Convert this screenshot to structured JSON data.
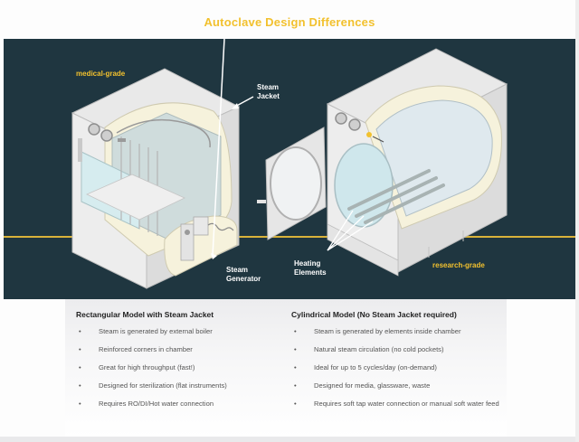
{
  "title": "Autoclave Design Differences",
  "colors": {
    "title_gold": "#f2c12e",
    "panel_bg": "#1f3640",
    "gold_line": "#d8b23a",
    "text_dark": "#222222",
    "text_body": "#555555"
  },
  "illustration": {
    "labels": {
      "medical_grade": "medical-grade",
      "research_grade": "research-grade",
      "steam_jacket_line1": "Steam",
      "steam_jacket_line2": "Jacket",
      "steam_generator_line1": "Steam",
      "steam_generator_line2": "Generator",
      "heating_elements_line1": "Heating",
      "heating_elements_line2": "Elements"
    },
    "left_unit": "Rectangular autoclave with steam jacket and external steam generator",
    "right_unit": "Cylindrical autoclave with open door and internal heating elements"
  },
  "comparison": {
    "left": {
      "heading": "Rectangular Model with Steam Jacket",
      "items": [
        "Steam is generated by external boiler",
        "Reinforced corners in chamber",
        "Great for high throughput (fast!)",
        "Designed for sterilization (flat instruments)",
        "Requires RO/DI/Hot water connection"
      ]
    },
    "right": {
      "heading": "Cylindrical Model (No Steam Jacket required)",
      "items": [
        "Steam is generated by elements inside chamber",
        "Natural steam circulation (no cold pockets)",
        "Ideal for up to 5 cycles/day (on-demand)",
        "Designed for media, glassware, waste",
        "Requires soft tap water connection or manual soft water feed"
      ]
    },
    "bullet": "•"
  }
}
